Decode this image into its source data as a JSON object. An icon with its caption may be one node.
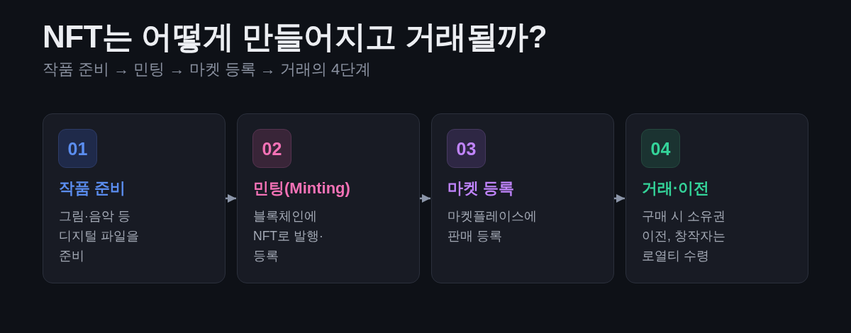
{
  "diagram": {
    "title": "NFT는 어떻게 만들어지고 거래될까?",
    "nodes": [
      {
        "text": [
          "작품 준비",
          "그림·음악 등 디지털 파일을 준비"
        ]
      },
      {
        "text": [
          "01"
        ],
        "in": 0
      },
      {
        "text": [
          "민팅(Minting)",
          "블록체인에 NFT로 발행· 등록"
        ]
      },
      {
        "text": [
          "02"
        ],
        "in": 2
      },
      {
        "text": [
          "마켓 등록",
          "마켓플레이스에 판매 등록"
        ]
      },
      {
        "text": [
          "03"
        ],
        "in": 4
      },
      {
        "text": [
          "거래·이전",
          "구매 시 소유권 이전, 창작자는 로열티 수령"
        ]
      },
      {
        "text": [
          "04"
        ],
        "in": 6
      }
    ],
    "edges": [
      {
        "from": 0,
        "to": 2,
        "arrow": "to"
      },
      {
        "from": 2,
        "to": 4,
        "arrow": "to"
      },
      {
        "from": 4,
        "to": 6,
        "arrow": "to"
      }
    ],
    "labels": [
      "작품 준비 → 민팅 → 마켓 등록 → 거래의 4단계"
    ]
  }
}
